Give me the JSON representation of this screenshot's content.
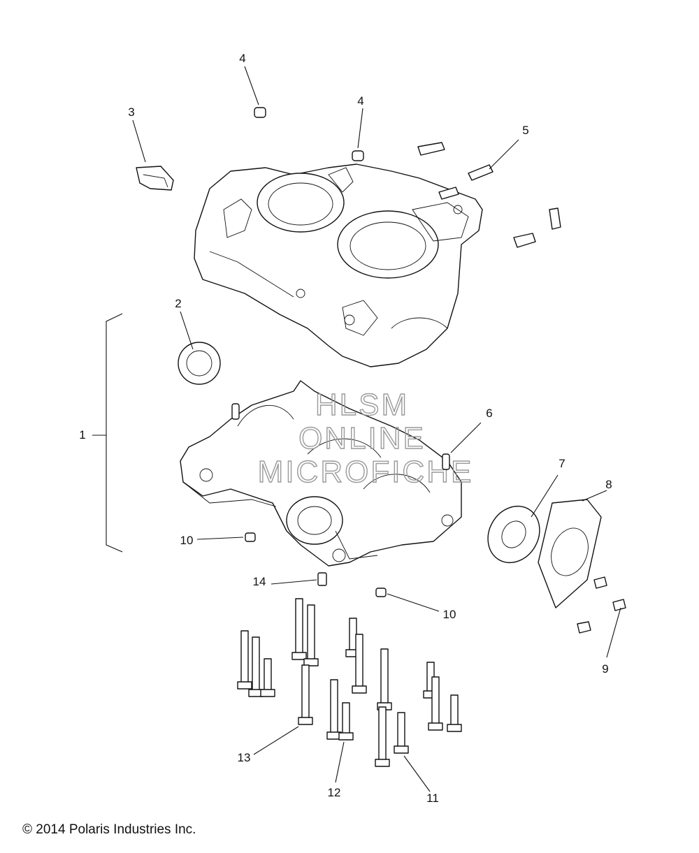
{
  "diagram": {
    "callouts": {
      "c1": "1",
      "c2": "2",
      "c3": "3",
      "c4a": "4",
      "c4b": "4",
      "c5": "5",
      "c6": "6",
      "c7": "7",
      "c8": "8",
      "c9": "9",
      "c10a": "10",
      "c10b": "10",
      "c11": "11",
      "c12": "12",
      "c13": "13",
      "c14": "14"
    },
    "watermark": {
      "line1": "HLSM",
      "line2": "ONLINE",
      "line3": "MICROFICHE"
    }
  },
  "footer": {
    "copyright": "© 2014 Polaris Industries Inc."
  }
}
